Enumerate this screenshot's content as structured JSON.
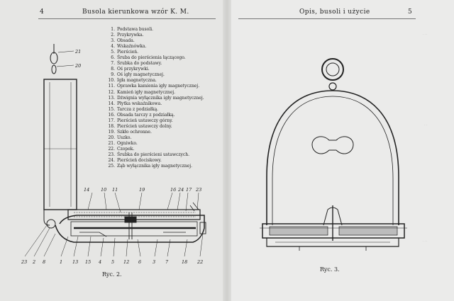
{
  "left_page": {
    "number": "4",
    "running_head": "Busola kierunkowa wzór K. M."
  },
  "right_page": {
    "number": "5",
    "running_head": "Opis, busoli i użycie"
  },
  "parts_list": [
    {
      "num": "1.",
      "label": "Podstawa busoli."
    },
    {
      "num": "2.",
      "label": "Przykrywka."
    },
    {
      "num": "3.",
      "label": "Obsada."
    },
    {
      "num": "4.",
      "label": "Wskaźnówka."
    },
    {
      "num": "5.",
      "label": "Pierścień."
    },
    {
      "num": "6.",
      "label": "Śruba do pierścienia łączącego."
    },
    {
      "num": "7.",
      "label": "Śrubka do podstawy."
    },
    {
      "num": "8.",
      "label": "Oś przykrywki."
    },
    {
      "num": "9.",
      "label": "Oś igły magnetycznej."
    },
    {
      "num": "10.",
      "label": "Igła magnetyczna."
    },
    {
      "num": "11.",
      "label": "Oprawka kamienia igły magnetycznej."
    },
    {
      "num": "12.",
      "label": "Kamień igły magnetycznej."
    },
    {
      "num": "13.",
      "label": "Dźwignia wyłącznika igły magnetycznej."
    },
    {
      "num": "14.",
      "label": "Płytka wskaźnikowa."
    },
    {
      "num": "15.",
      "label": "Tarcza z podziałką."
    },
    {
      "num": "16.",
      "label": "Obsada tarczy z podziałką."
    },
    {
      "num": "17.",
      "label": "Pierścień ustawczy górny."
    },
    {
      "num": "18.",
      "label": "Pierścień ustawczy dolny."
    },
    {
      "num": "19.",
      "label": "Szkło ochronne."
    },
    {
      "num": "20.",
      "label": "Uszko."
    },
    {
      "num": "21.",
      "label": "Ogniwko."
    },
    {
      "num": "22.",
      "label": "Czopek."
    },
    {
      "num": "23.",
      "label": "Śrubka do pierścieni ustawczych."
    },
    {
      "num": "24.",
      "label": "Pierścień dociskowy."
    },
    {
      "num": "25.",
      "label": "Ząb wyłącznika igły magnetycznej."
    }
  ],
  "figures": {
    "fig2": {
      "caption": "Ryc. 2.",
      "top_callouts": [
        "14",
        "10",
        "11",
        "19",
        "16",
        "24",
        "17",
        "23"
      ],
      "bottom_callouts": [
        "23",
        "2",
        "8",
        "1",
        "13",
        "15",
        "4",
        "5",
        "12",
        "6",
        "3",
        "7",
        "18",
        "22"
      ],
      "side_callouts": [
        "21",
        "20"
      ]
    },
    "fig3": {
      "caption": "Ryc. 3."
    }
  },
  "colors": {
    "ink": "#1e1e1e",
    "paper_left": "#e6e6e4",
    "paper_right": "#ebebea"
  }
}
